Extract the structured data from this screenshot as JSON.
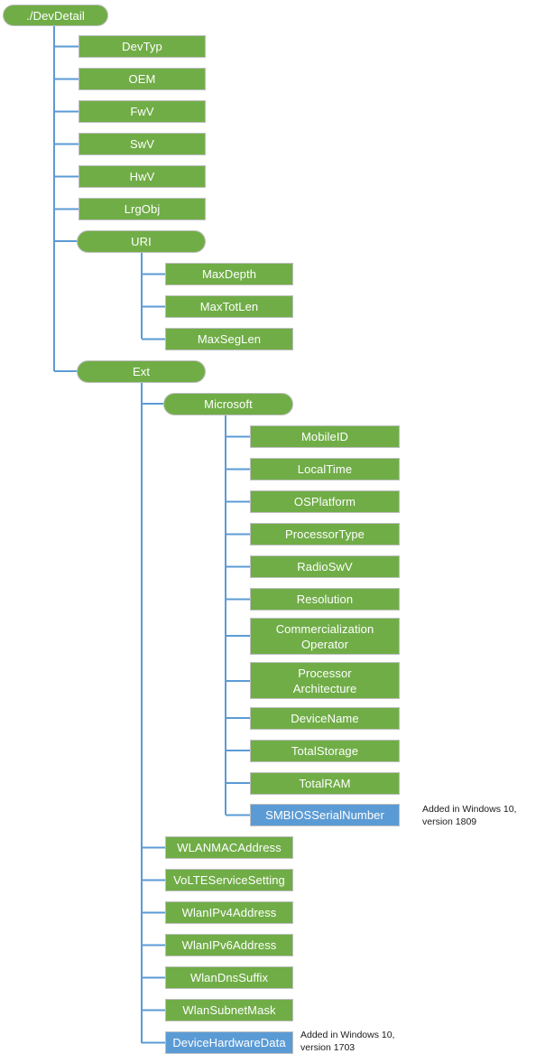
{
  "diagram": {
    "title": "DevDetail CSP tree",
    "colors": {
      "node_green": "#70ad47",
      "node_blue": "#5b9bd5",
      "connector": "#5b9bd5",
      "node_border": "#bfbfbf",
      "node_text": "#ffffff",
      "annotation_text": "#1a1a1a",
      "background": "#ffffff"
    },
    "root": {
      "label": "./DevDetail"
    },
    "level1": [
      {
        "label": "DevTyp",
        "shape": "rect"
      },
      {
        "label": "OEM",
        "shape": "rect"
      },
      {
        "label": "FwV",
        "shape": "rect"
      },
      {
        "label": "SwV",
        "shape": "rect"
      },
      {
        "label": "HwV",
        "shape": "rect"
      },
      {
        "label": "LrgObj",
        "shape": "rect"
      },
      {
        "label": "URI",
        "shape": "pill"
      },
      {
        "label": "Ext",
        "shape": "pill"
      }
    ],
    "uri_children": [
      {
        "label": "MaxDepth"
      },
      {
        "label": "MaxTotLen"
      },
      {
        "label": "MaxSegLen"
      }
    ],
    "ext_children": [
      {
        "label": "Microsoft",
        "shape": "pill",
        "color": "green"
      },
      {
        "label": "WLANMACAddress",
        "shape": "rect",
        "color": "green"
      },
      {
        "label": "VoLTEServiceSetting",
        "shape": "rect",
        "color": "green"
      },
      {
        "label": "WlanIPv4Address",
        "shape": "rect",
        "color": "green"
      },
      {
        "label": "WlanIPv6Address",
        "shape": "rect",
        "color": "green"
      },
      {
        "label": "WlanDnsSuffix",
        "shape": "rect",
        "color": "green"
      },
      {
        "label": "WlanSubnetMask",
        "shape": "rect",
        "color": "green"
      },
      {
        "label": "DeviceHardwareData",
        "shape": "rect",
        "color": "blue"
      }
    ],
    "microsoft_children": [
      {
        "label": "MobileID",
        "color": "green",
        "lines": 1
      },
      {
        "label": "LocalTime",
        "color": "green",
        "lines": 1
      },
      {
        "label": "OSPlatform",
        "color": "green",
        "lines": 1
      },
      {
        "label": "ProcessorType",
        "color": "green",
        "lines": 1
      },
      {
        "label": "RadioSwV",
        "color": "green",
        "lines": 1
      },
      {
        "label": "Resolution",
        "color": "green",
        "lines": 1
      },
      {
        "label": "Commercialization\nOperator",
        "color": "green",
        "lines": 2
      },
      {
        "label": "Processor\nArchitecture",
        "color": "green",
        "lines": 2
      },
      {
        "label": "DeviceName",
        "color": "green",
        "lines": 1
      },
      {
        "label": "TotalStorage",
        "color": "green",
        "lines": 1
      },
      {
        "label": "TotalRAM",
        "color": "green",
        "lines": 1
      },
      {
        "label": "SMBIOSSerialNumber",
        "color": "blue",
        "lines": 1
      }
    ],
    "annotations": [
      {
        "text": "Added in Windows 10,\nversion 1809",
        "for": "SMBIOSSerialNumber"
      },
      {
        "text": "Added in Windows 10,\nversion 1703",
        "for": "DeviceHardwareData"
      }
    ]
  }
}
